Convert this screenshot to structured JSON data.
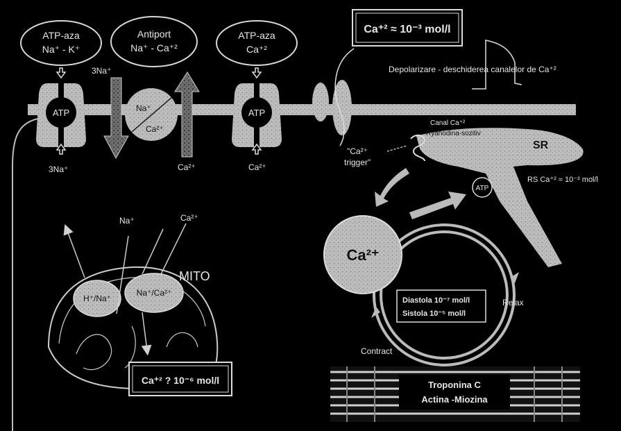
{
  "transporters": {
    "na_k_pump": {
      "line1": "ATP-aza",
      "line2": "Na⁺ - K⁺"
    },
    "antiport": {
      "line1": "Antiport",
      "line2": "Na⁺ - Ca⁺²"
    },
    "ca_pump": {
      "line1": "ATP-aza",
      "line2": "Ca⁺²"
    }
  },
  "extracellular_ca": "Ca⁺² ≈ 10⁻³ mol/l",
  "depolarization": "Depolarizare - deschiderea canalelor de Ca⁺²",
  "membrane": {
    "atp_left": "ATP",
    "atp_mid": "ATP",
    "label_3na_top": "3Na⁺",
    "label_3na_bottom": "3Na⁺",
    "antiport_na": "Na⁺",
    "antiport_ca": "Ca²⁺",
    "ca_out_left": "Ca²⁺",
    "ca_out_mid": "Ca²⁺"
  },
  "sr": {
    "channel_label": "Canal Ca⁺²",
    "ryanodine": "Ryanodina-sozitiv",
    "trigger_line1": "\"Ca²⁺",
    "trigger_line2": "trigger\"",
    "sr_label": "SR",
    "atp": "ATP",
    "rs_concentration": "RS Ca⁺² ≈ 10⁻³ mol/l"
  },
  "mito": {
    "na_label": "Na⁺",
    "ca_label": "Ca²⁺",
    "title": "MITO",
    "h_na": "H⁺/Na⁺",
    "na_ca": "Na⁺/Ca²⁺",
    "concentration": "Ca⁺² ? 10⁻⁶ mol/l"
  },
  "cycle": {
    "ca_label": "Ca²⁺",
    "diastola": "Diastola  10⁻⁷ mol/l",
    "sistola": "Sistola    10⁻⁵ mol/l",
    "relax": "Relax",
    "contract": "Contract"
  },
  "myofilament": {
    "line1": "Troponina C",
    "line2": "Actina -Miozina"
  }
}
